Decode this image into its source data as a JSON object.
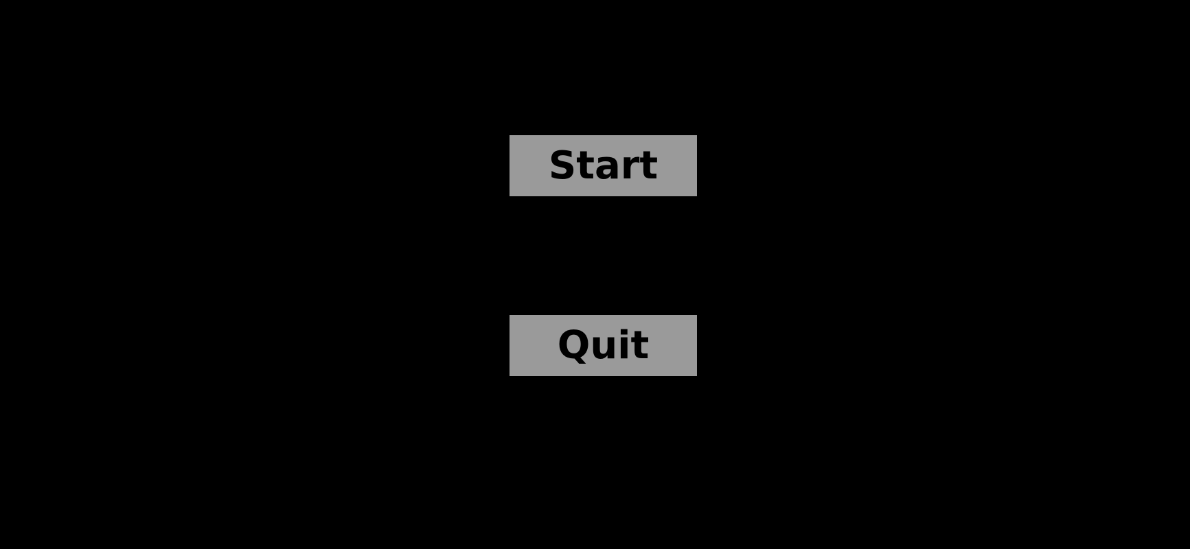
{
  "colors": {
    "background": "#000000",
    "button_bg": "#9a9a9a",
    "button_text": "#000000"
  },
  "menu": {
    "buttons": [
      {
        "id": "start",
        "label": "Start"
      },
      {
        "id": "quit",
        "label": "Quit"
      }
    ]
  }
}
